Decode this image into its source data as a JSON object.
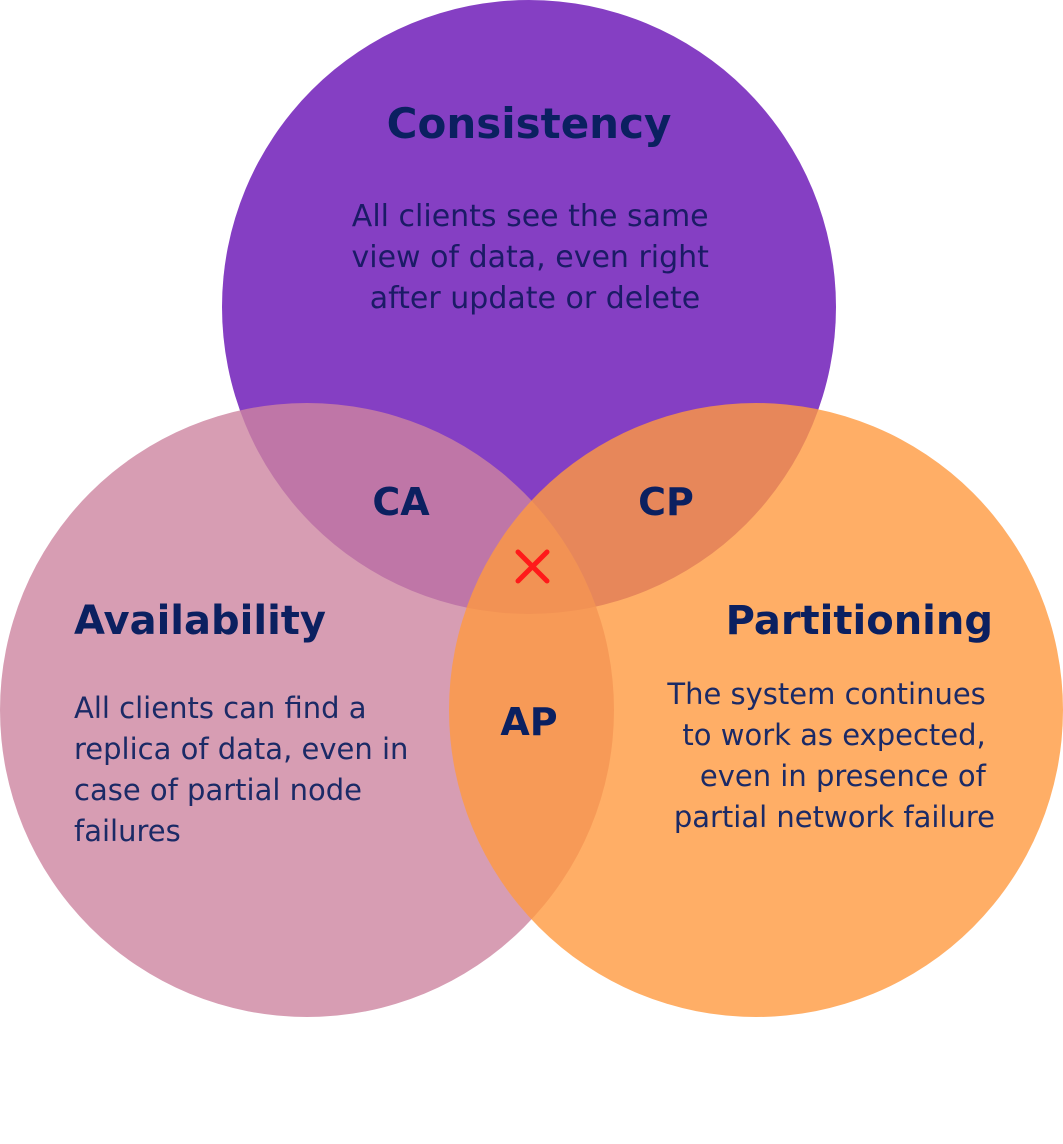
{
  "consistency": {
    "title": "Consistency",
    "lines": [
      "All clients see the same",
      "view of data, even right",
      "after update or delete"
    ],
    "color": "#7b2fbe"
  },
  "availability": {
    "title": "Availability",
    "lines": [
      "All clients can find a",
      "replica of data, even in",
      "case of partial node",
      "failures"
    ],
    "color": "#cd85a0"
  },
  "partitioning": {
    "title": "Partitioning",
    "lines": [
      "The system continues",
      "to work as expected,",
      "even in presence of",
      "partial network failure"
    ],
    "color": "#ff9a40"
  },
  "overlaps": {
    "ca": "CA",
    "cp": "CP",
    "ap": "AP"
  },
  "center_mark": {
    "icon": "cross-icon",
    "color": "#ff1a1a"
  },
  "text_colors": {
    "title": "#0b2060",
    "desc": "#0b2060"
  }
}
